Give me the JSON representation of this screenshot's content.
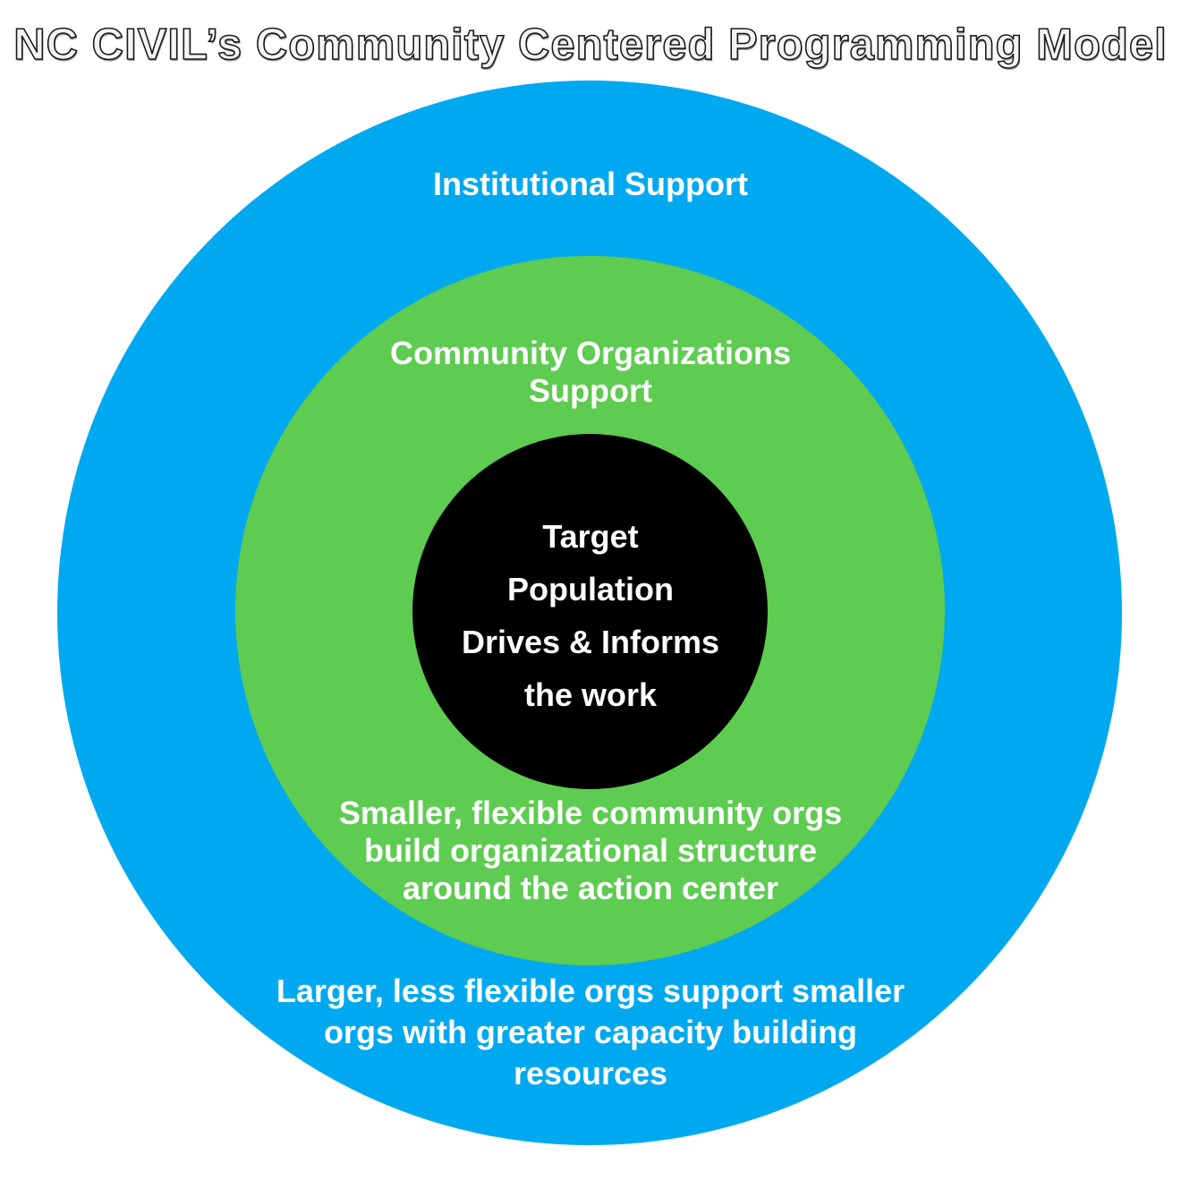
{
  "title": "NC CIVIL’s Community Centered Programming Model",
  "colors": {
    "outer_ring": "#00a9ef",
    "middle_ring": "#5ecb51",
    "inner_circle": "#000000",
    "label_text": "#ffffff"
  },
  "rings": {
    "outer": {
      "label": "Institutional Support",
      "description": "Larger, less flexible orgs support smaller\norgs with greater capacity building\nresources"
    },
    "middle": {
      "label": "Community Organizations\nSupport",
      "description": "Smaller, flexible community orgs\nbuild organizational structure\naround the action center"
    },
    "inner": {
      "label": "Target\nPopulation\nDrives & Informs\nthe work"
    }
  }
}
